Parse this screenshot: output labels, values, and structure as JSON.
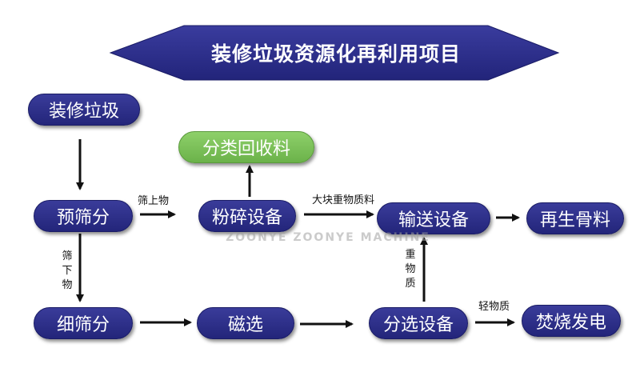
{
  "title": "装修垃圾资源化再利用项目",
  "nodes": {
    "decoration_waste": "装修垃圾",
    "pre_screening": "预筛分",
    "sorting_recycle": "分类回收料",
    "crushing_equipment": "粉碎设备",
    "conveying_equipment": "输送设备",
    "recycled_aggregate": "再生骨料",
    "fine_screening": "细筛分",
    "magnetic_separation": "磁选",
    "sorting_equipment": "分选设备",
    "incineration_power": "焚烧发电"
  },
  "edge_labels": {
    "oversize": "筛上物",
    "undersize": "筛下物",
    "large_heavy": "大块重物质料",
    "heavy": "重物质",
    "light": "轻物质"
  },
  "watermark": "ZOONYE ZOONYE MACHINE",
  "colors": {
    "node_fill": "#2b2d86",
    "recycle_fill": "#7cc25a",
    "banner_fill": "#2e2f8f"
  }
}
